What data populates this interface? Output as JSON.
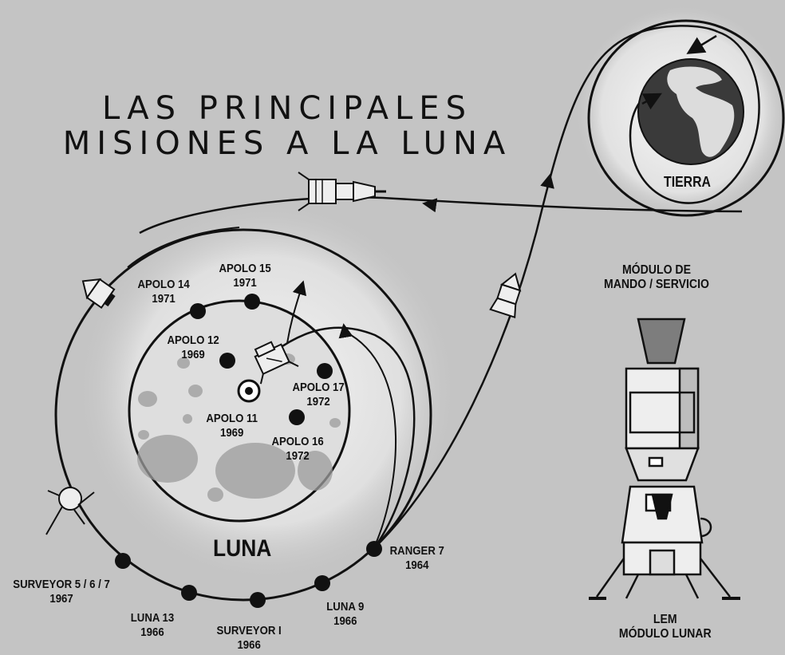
{
  "title": {
    "line1": "LAS PRINCIPALES",
    "line2": "MISIONES A LA LUNA"
  },
  "moon_label": "LUNA",
  "earth_label": "TIERRA",
  "surface_missions": [
    {
      "name": "APOLO 15",
      "year": "1971"
    },
    {
      "name": "APOLO 14",
      "year": "1971"
    },
    {
      "name": "APOLO 12",
      "year": "1969"
    },
    {
      "name": "APOLO 17",
      "year": "1972"
    },
    {
      "name": "APOLO 11",
      "year": "1969"
    },
    {
      "name": "APOLO 16",
      "year": "1972"
    }
  ],
  "orbit_missions": [
    {
      "name": "RANGER 7",
      "year": "1964"
    },
    {
      "name": "LUNA 9",
      "year": "1966"
    },
    {
      "name": "SURVEYOR I",
      "year": "1966"
    },
    {
      "name": "LUNA 13",
      "year": "1966"
    },
    {
      "name": "SURVEYOR 5 / 6 / 7",
      "year": "1967"
    }
  ],
  "modules": {
    "command": {
      "line1": "MÓDULO DE",
      "line2": "MANDO / SERVICIO"
    },
    "lem": {
      "line1": "LEM",
      "line2": "MÓDULO LUNAR"
    }
  },
  "colors": {
    "background": "#c4c4c4",
    "ink": "#111111",
    "moon_surface": "#d9d9d9",
    "earth_ocean": "#3a3a3a",
    "earth_land": "#dcdcdc"
  }
}
